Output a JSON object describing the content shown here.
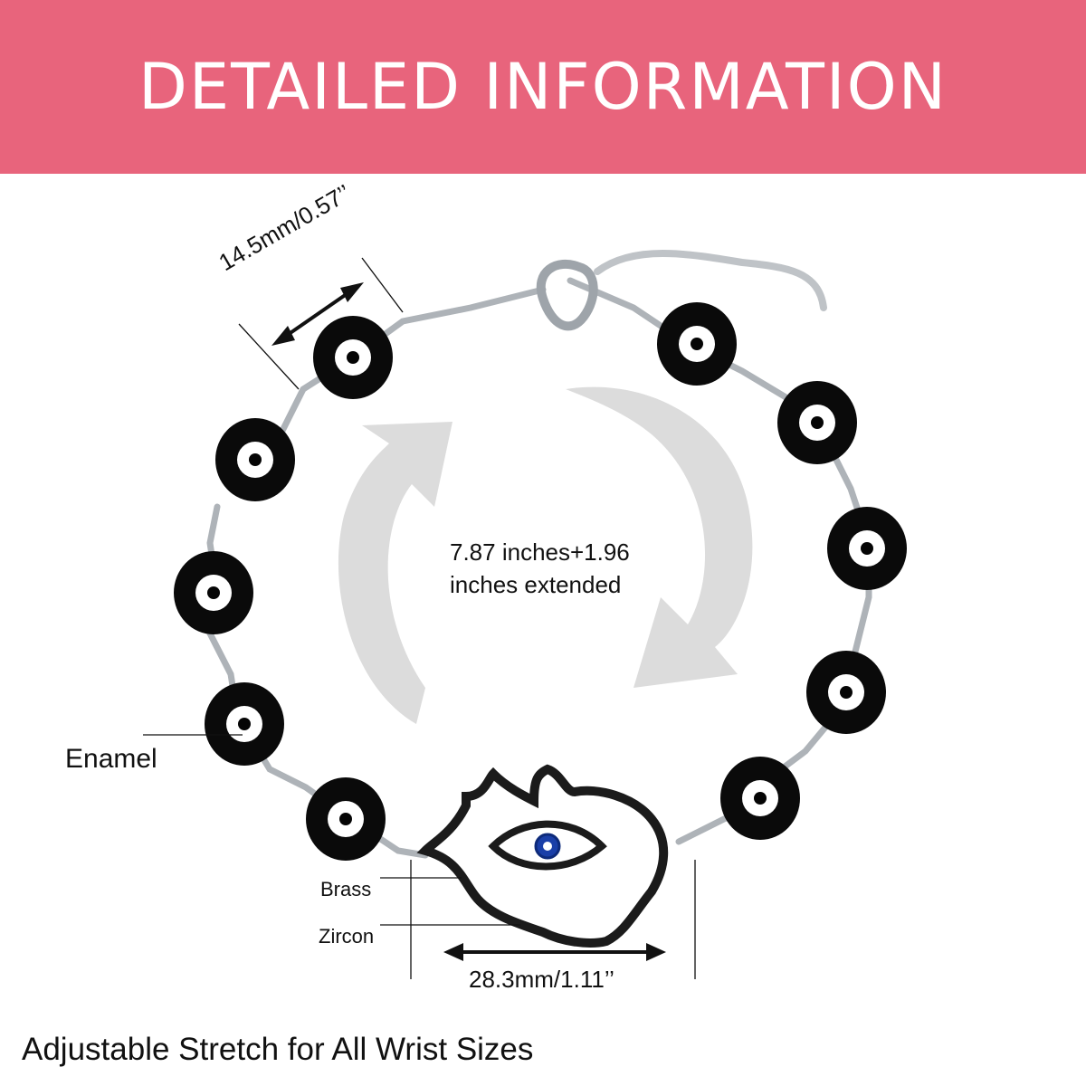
{
  "header": {
    "title": "DETAILED INFORMATION",
    "background_color": "#e8647c",
    "text_color": "#ffffff"
  },
  "annotations": {
    "strap_width": "14.5mm/0.57’’",
    "length": "7.87 inches+1.96 inches extended",
    "enamel": "Enamel",
    "brass": "Brass",
    "zircon": "Zircon",
    "charm_width": "28.3mm/1.11’’"
  },
  "footer": {
    "text": "Adjustable Stretch for All Wrist Sizes"
  },
  "product": {
    "bead_color": "#0a0a0a",
    "eye_color": "#ffffff",
    "chain_color": "#b8bcc2",
    "charm_color": "#1b1b1b",
    "charm_eye_color": "#1a3fa8",
    "arrow_color": "#d9d9d9",
    "icons": [
      "circular-arrows-icon",
      "evil-eye-bead-icon",
      "hamsa-hand-charm-icon",
      "lobster-clasp-icon",
      "extension-chain-icon"
    ]
  }
}
